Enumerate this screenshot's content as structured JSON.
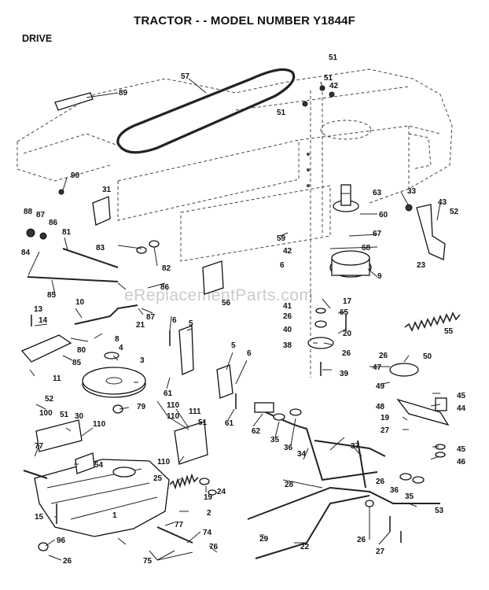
{
  "title": "TRACTOR - - MODEL NUMBER Y1844F",
  "section": "DRIVE",
  "watermark": "eReplacementParts.com",
  "callouts": [
    "1",
    "2",
    "3",
    "4",
    "5",
    "5",
    "6",
    "6",
    "6",
    "8",
    "9",
    "10",
    "11",
    "13",
    "14",
    "15",
    "17",
    "19",
    "19",
    "20",
    "21",
    "22",
    "23",
    "24",
    "25",
    "26",
    "26",
    "26",
    "26",
    "26",
    "26",
    "27",
    "27",
    "28",
    "29",
    "30",
    "31",
    "33",
    "34",
    "35",
    "35",
    "36",
    "36",
    "37",
    "38",
    "39",
    "40",
    "41",
    "42",
    "42",
    "43",
    "44",
    "45",
    "45",
    "46",
    "47",
    "48",
    "49",
    "50",
    "51",
    "51",
    "51",
    "51",
    "51",
    "52",
    "52",
    "53",
    "54",
    "55",
    "56",
    "57",
    "59",
    "60",
    "61",
    "61",
    "62",
    "63",
    "65",
    "67",
    "68",
    "74",
    "75",
    "76",
    "77",
    "77",
    "79",
    "80",
    "81",
    "82",
    "83",
    "84",
    "85",
    "85",
    "86",
    "86",
    "87",
    "87",
    "88",
    "89",
    "90",
    "96",
    "100",
    "110",
    "110",
    "110",
    "110",
    "111"
  ]
}
